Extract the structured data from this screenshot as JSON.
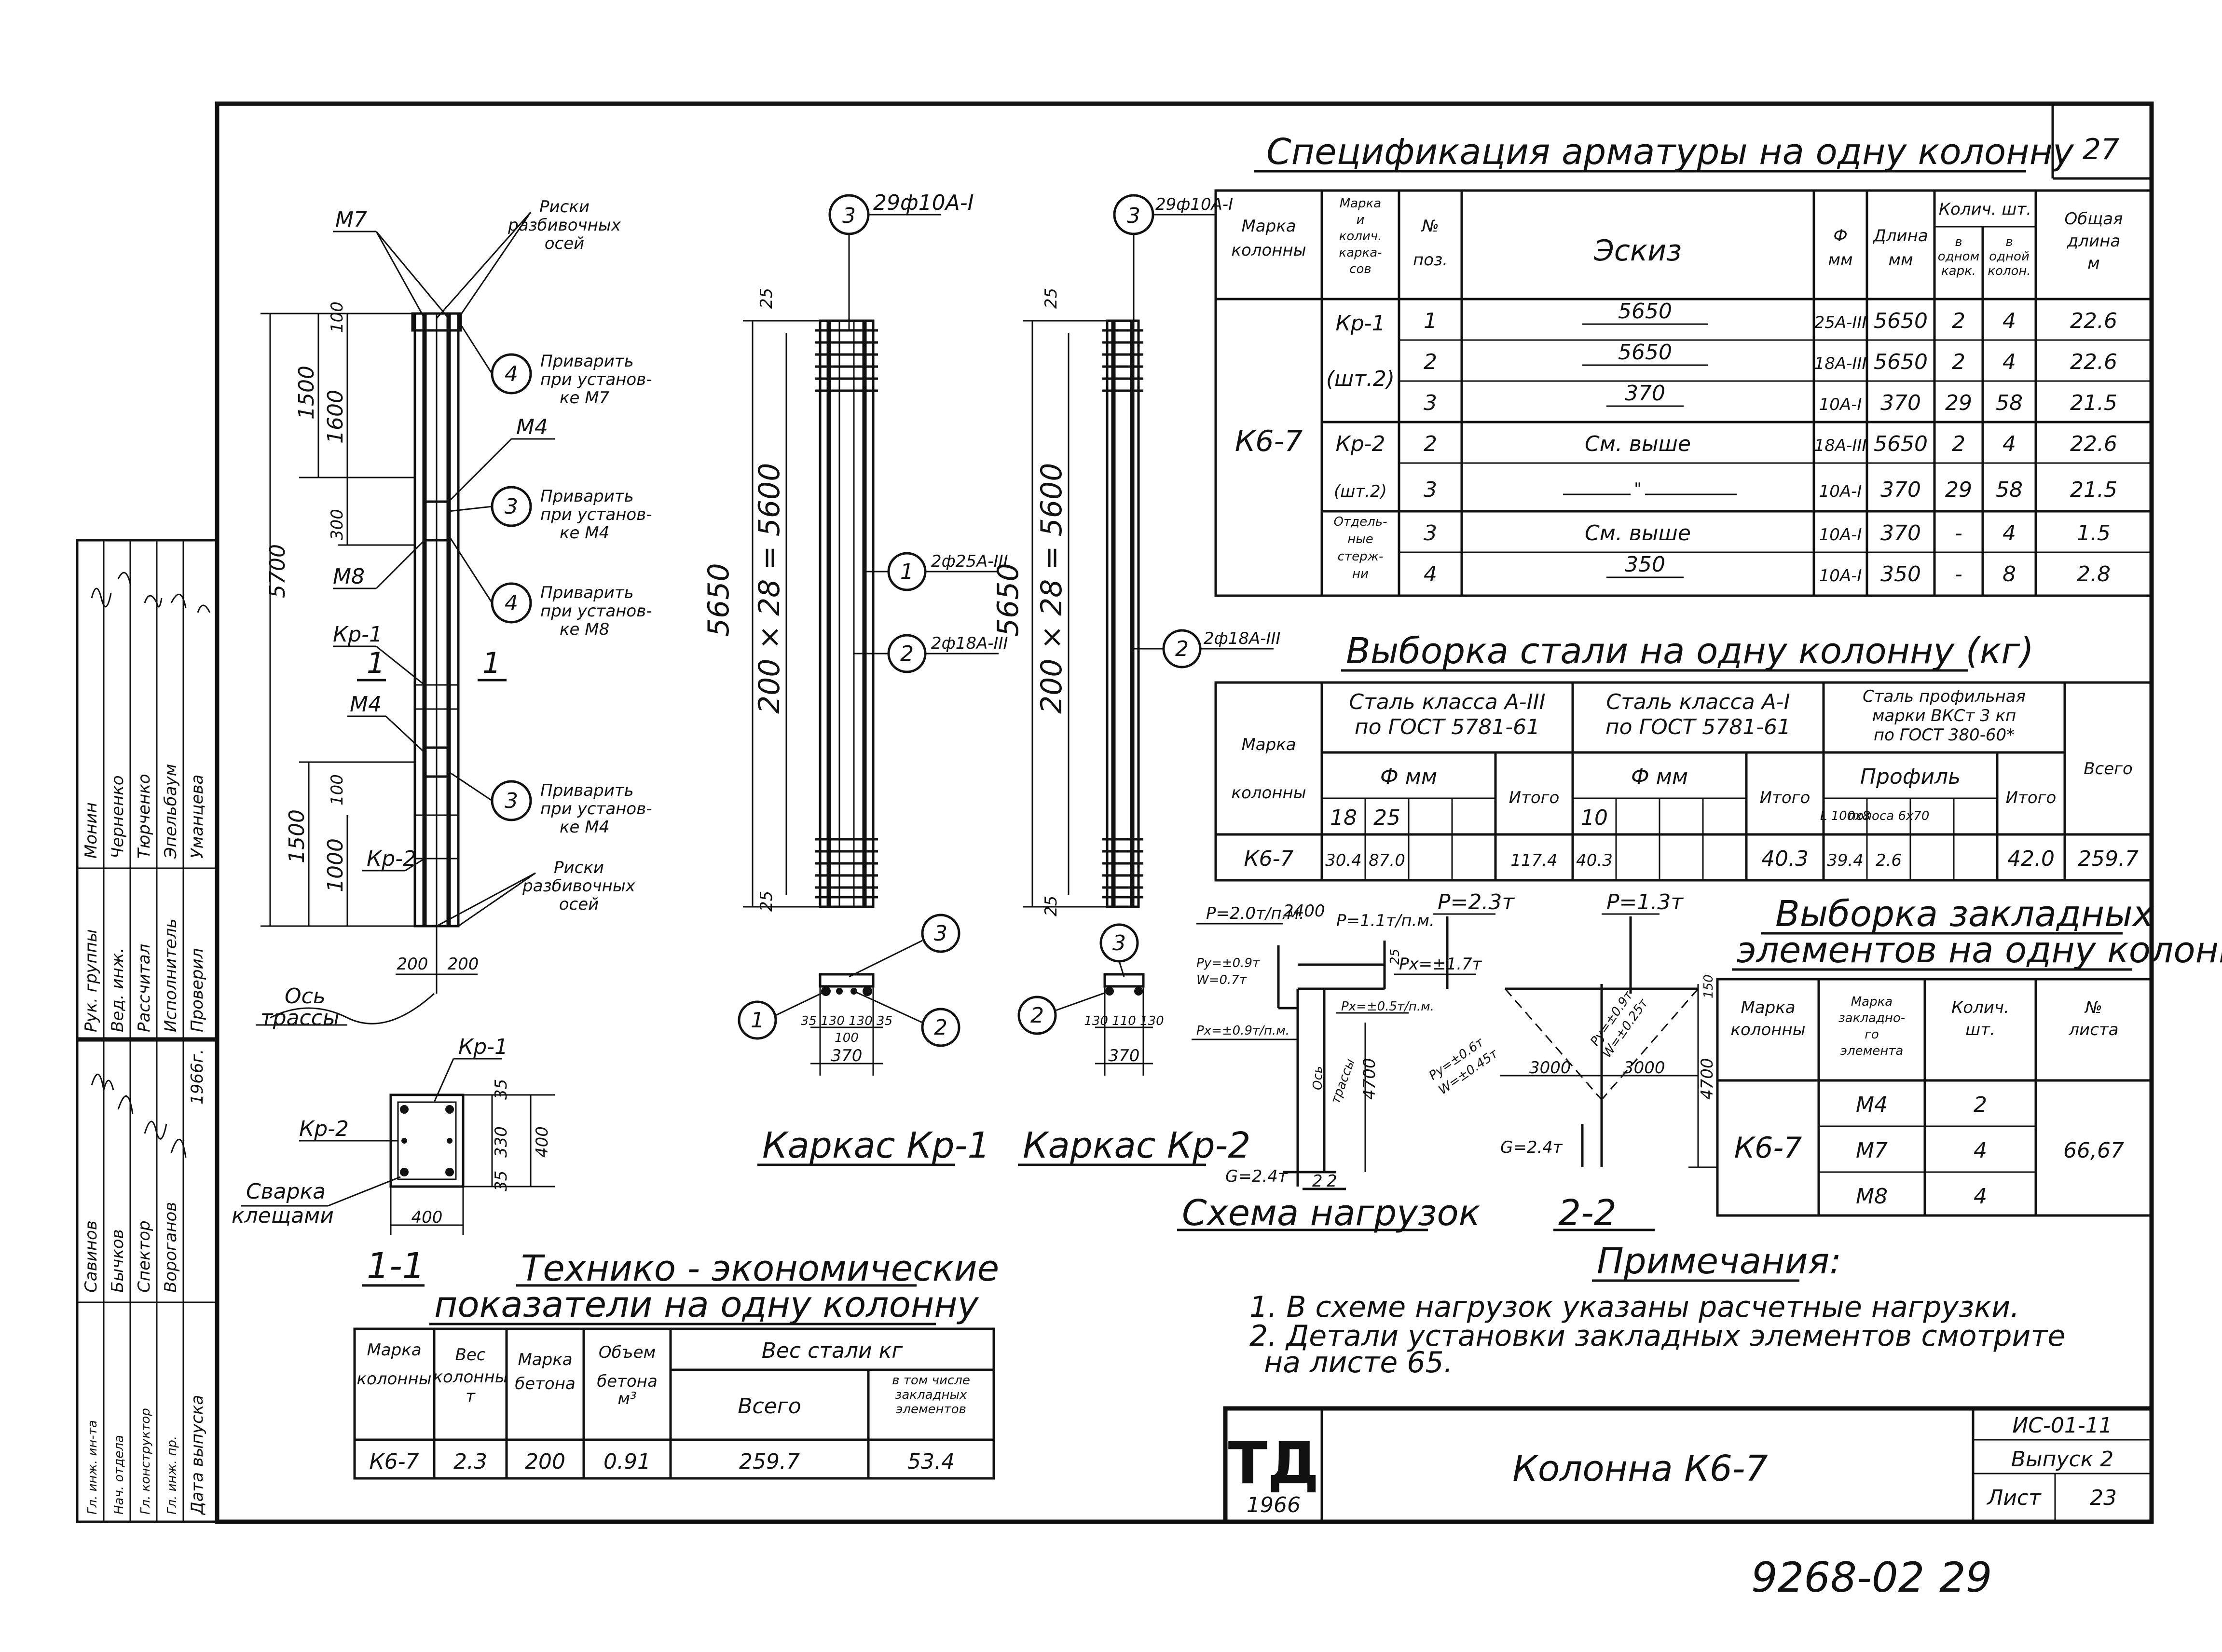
{
  "sheet_no": "27",
  "spec": {
    "title": "Спецификация арматуры на одну колонну",
    "headers": {
      "marka_kolonny": [
        "Марка",
        "колонны"
      ],
      "marka_karkasov": [
        "Марка",
        "и",
        "колич.",
        "карка-",
        "сов"
      ],
      "poz": [
        "№",
        "поз."
      ],
      "eskiz": "Эскиз",
      "diam": [
        "Ф",
        "мм"
      ],
      "dlina": [
        "Длина",
        "мм"
      ],
      "kolich": "Колич. шт.",
      "kolich_sub1": [
        "в",
        "одном",
        "карк."
      ],
      "kolich_sub2": [
        "в",
        "одной",
        "колон."
      ],
      "obshaya": [
        "Общая",
        "длина",
        "м"
      ]
    },
    "column": "К6-7",
    "groups": [
      {
        "label": "Кр-1",
        "count": "(шт.2)"
      },
      {
        "label": "Кр-2",
        "count": "(шт.2)"
      },
      {
        "label": "Отдель-ные стерж-ни",
        "lines": [
          "Отдель-",
          "ные",
          "стерж-",
          "ни"
        ]
      }
    ],
    "rows": [
      {
        "poz": "1",
        "sketch": "5650",
        "diam": "25А-III",
        "len": "5650",
        "n1": "2",
        "n2": "4",
        "total": "22.6"
      },
      {
        "poz": "2",
        "sketch": "5650",
        "diam": "18А-III",
        "len": "5650",
        "n1": "2",
        "n2": "4",
        "total": "22.6"
      },
      {
        "poz": "3",
        "sketch": "370",
        "diam": "10А-I",
        "len": "370",
        "n1": "29",
        "n2": "58",
        "total": "21.5"
      },
      {
        "poz": "2",
        "sketch": "См. выше",
        "diam": "18А-III",
        "len": "5650",
        "n1": "2",
        "n2": "4",
        "total": "22.6"
      },
      {
        "poz": "3",
        "sketch": "\"",
        "diam": "10А-I",
        "len": "370",
        "n1": "29",
        "n2": "58",
        "total": "21.5"
      },
      {
        "poz": "3",
        "sketch": "См. выше",
        "diam": "10А-I",
        "len": "370",
        "n1": "-",
        "n2": "4",
        "total": "1.5"
      },
      {
        "poz": "4",
        "sketch": "350",
        "diam": "10А-I",
        "len": "350",
        "n1": "-",
        "n2": "8",
        "total": "2.8"
      }
    ]
  },
  "steel": {
    "title": "Выборка стали на одну колонну (кг)",
    "marka": [
      "Марка",
      "колонны"
    ],
    "class3": [
      "Сталь класса А-III",
      "по ГОСТ 5781-61"
    ],
    "class1": [
      "Сталь класса А-I",
      "по ГОСТ 5781-61"
    ],
    "profile": [
      "Сталь профильная",
      "марки ВКСт 3 кп",
      "по ГОСТ 380-60*"
    ],
    "dmm": "Ф мм",
    "itogo": "Итого",
    "vsego": "Всего",
    "profil": "Профиль",
    "d18": "18",
    "d25": "25",
    "d10": "10",
    "p1": "L 100х8",
    "p2": "полоса 6х70",
    "row": {
      "col": "К6-7",
      "a18": "30.4",
      "a25": "87.0",
      "it3": "117.4",
      "a10": "40.3",
      "it1": "40.3",
      "pr1": "39.4",
      "pr2": "2.6",
      "itp": "42.0",
      "all": "259.7"
    }
  },
  "embed": {
    "title1": "Выборка закладных",
    "title2": "элементов на одну колонну",
    "h": {
      "col": [
        "Марка",
        "колонны"
      ],
      "marka": [
        "Марка",
        "закладно-",
        "го",
        "элемента"
      ],
      "qty": [
        "Колич.",
        "шт."
      ],
      "list": [
        "№",
        "листа"
      ]
    },
    "column": "К6-7",
    "rows": [
      {
        "m": "М4",
        "q": "2"
      },
      {
        "m": "М7",
        "q": "4"
      },
      {
        "m": "М8",
        "q": "4"
      }
    ],
    "sheets": "66,67"
  },
  "tech": {
    "title1": "Технико - экономические",
    "title2": "показатели на одну колонну",
    "h": {
      "marka": [
        "Марка",
        "колонны"
      ],
      "ves": [
        "Вес",
        "колонны",
        "т"
      ],
      "beton": [
        "Марка",
        "бетона"
      ],
      "obem": [
        "Объем",
        "бетона",
        "м³"
      ],
      "steel": "Вес стали кг",
      "vsego": "Всего",
      "vtom": [
        "в том числе",
        "закладных",
        "элементов"
      ]
    },
    "row": {
      "col": "К6-7",
      "ves": "2.3",
      "beton": "200",
      "obem": "0.91",
      "vsego": "259.7",
      "zakl": "53.4"
    }
  },
  "notes": {
    "title": "Примечания:",
    "items": [
      "1. В схеме нагрузок указаны расчетные нагрузки.",
      "2. Детали установки закладных элементов смотрите",
      "на листе 65."
    ]
  },
  "stamp": {
    "logo": "ТД",
    "year": "1966",
    "title": "Колонна К6-7",
    "code": "ИС-01-11",
    "vypusk": "Выпуск 2",
    "list_label": "Лист",
    "list": "23"
  },
  "footer_num": "9268-02",
  "footer_page": "29",
  "column_view": {
    "m7": "М7",
    "riski": [
      "Риски",
      "разбивочных",
      "осей"
    ],
    "weld4": [
      "Приварить",
      "при установ-",
      "ке М7"
    ],
    "m4a": "М4",
    "weld3a": [
      "Приварить",
      "при установ-",
      "ке М4"
    ],
    "m8": "М8",
    "weld4b": [
      "Приварить",
      "при установ-",
      "ке М8"
    ],
    "kr1": "Кр-1",
    "m4b": "М4",
    "weld3b": [
      "Приварить",
      "при установ-",
      "ке М4"
    ],
    "kr2": "Кр-2",
    "riski2": [
      "Риски",
      "разбивочных",
      "осей"
    ],
    "dims": {
      "h": "5700",
      "a": "1500",
      "b": "1600",
      "c": "300",
      "d": "1500",
      "e": "1000",
      "f": "100",
      "top": "100",
      "w1": "200",
      "w2": "200"
    },
    "section_mark": "1",
    "os": [
      "Ось",
      "трассы"
    ]
  },
  "section": {
    "title": "1-1",
    "kr1": "Кр-1",
    "kr2": "Кр-2",
    "weld": [
      "Сварка",
      "клещами"
    ],
    "d35a": "35",
    "d330": "330",
    "d35b": "35",
    "d400": "400",
    "w400": "400"
  },
  "kr1": {
    "title": "Каркас Кр-1",
    "top_label": "29ф10А-I",
    "b1": "1",
    "bl1": "2ф25А-III",
    "b2": "2",
    "bl2": "2ф18А-III",
    "b3": "3",
    "len": "5650",
    "pitch": "200 × 28 = 5600",
    "d25a": "25",
    "d25b": "25",
    "w": "35 130 130 35",
    "w100": "100",
    "w370": "370"
  },
  "kr2": {
    "title": "Каркас Кр-2",
    "top_label": "29ф10А-I",
    "b2": "2",
    "bl2": "2ф18А-III",
    "b3": "3",
    "len": "5650",
    "pitch": "200 × 28 = 5600",
    "d25a": "25",
    "d25b": "25",
    "w": "130 110 130",
    "w370": "370"
  },
  "loads": {
    "title": "Схема нагрузок",
    "sec": "2-2",
    "p1": "Р=2.0т/п.м.",
    "d2400": "2400",
    "p2": "Р=1.1т/п.м.",
    "p3": "Р=2.3т",
    "p4": "Р=1.3т",
    "py1": "Ру=±0.9т",
    "w1": "W=0.7т",
    "px1": "Рх=±1.7т",
    "px2": "Рх=±0.5т/п.м.",
    "px3": "Рх=±0.9т/п.м.",
    "py2": "Ру=±0.6т",
    "w2": "W=±0.45т",
    "py3": "Ру=±0.9т",
    "w3": "W=±0.25т",
    "d4700a": "4700",
    "d4700b": "4700",
    "d3000a": "3000",
    "d3000b": "3000",
    "d150": "150",
    "d25": "25",
    "g1": "G=2.4т",
    "g2": "G=2.4т",
    "os": [
      "Ось",
      "трассы"
    ],
    "mark2": "2"
  },
  "left_stamp": {
    "roles": [
      "Рук. группы",
      "Вед. инж.",
      "Рассчитал",
      "Исполнитель",
      "Проверил"
    ],
    "names": [
      "Монин",
      "Черненко",
      "Тюрченко",
      "Эпельбаум",
      "Уманцева"
    ],
    "roles2": [
      "Гл. инж. ин-та",
      "Нач. отдела",
      "Гл. конструктор",
      "Гл. инж. пр.",
      "Дата выпуска"
    ],
    "names2": [
      "Савинов",
      "Бычков",
      "Спектор",
      "Вороганов",
      "1966г."
    ]
  }
}
